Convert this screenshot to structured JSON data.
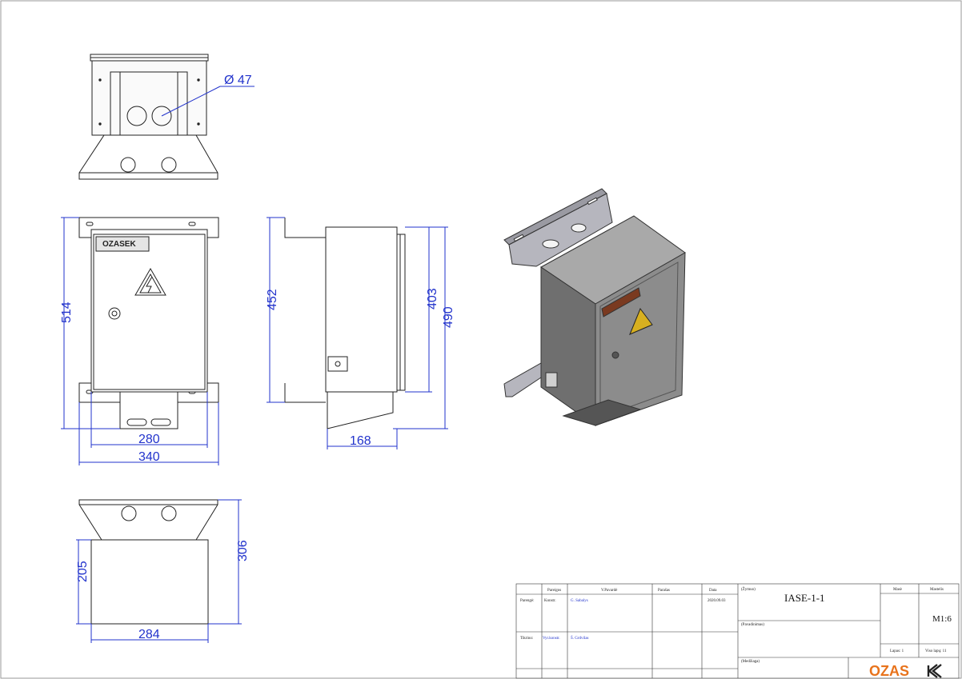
{
  "dimensions": {
    "hole_diameter": "Ø 47",
    "front_height_total": "514",
    "front_inner_width": "280",
    "front_outer_width": "340",
    "side_height_a": "452",
    "side_height_b": "403",
    "side_height_c": "490",
    "side_depth": "168",
    "bottom_height_inner": "205",
    "bottom_height_total": "306",
    "bottom_width": "284"
  },
  "nameplate": {
    "brand": "OZASEK"
  },
  "title_block": {
    "headers": {
      "col_role": "Pareigos",
      "col_name": "V.Pavardė",
      "col_sign": "Parašas",
      "col_date": "Data"
    },
    "rows": [
      {
        "label": "Parengė:",
        "role": "Konstr.",
        "name": "G. Sabalys",
        "date": "2020.09.03"
      },
      {
        "label": "Tikrino:",
        "role": "Vyr.konstr.",
        "name": "Š. Grdvilas",
        "date": ""
      }
    ],
    "zymuo_label": "(Žymuo)",
    "drawing_number": "IASE-1-1",
    "pavadinimas_label": "(Pavadinimas)",
    "medziaga_label": "(Medžiaga)",
    "mase_label": "Masė",
    "mastelis_label": "Mastelis",
    "scale": "M1:6",
    "lapas": "Lapas: 1",
    "viso_lapu": "Viso lapų: 11",
    "logo_text": "OZAS"
  },
  "colors": {
    "line": "#222222",
    "dimension": "#2233cc",
    "box_face": "#8e8e8e",
    "box_side": "#6c6c6c",
    "box_top": "#a8a8a8",
    "logo_orange": "#e8731c"
  }
}
